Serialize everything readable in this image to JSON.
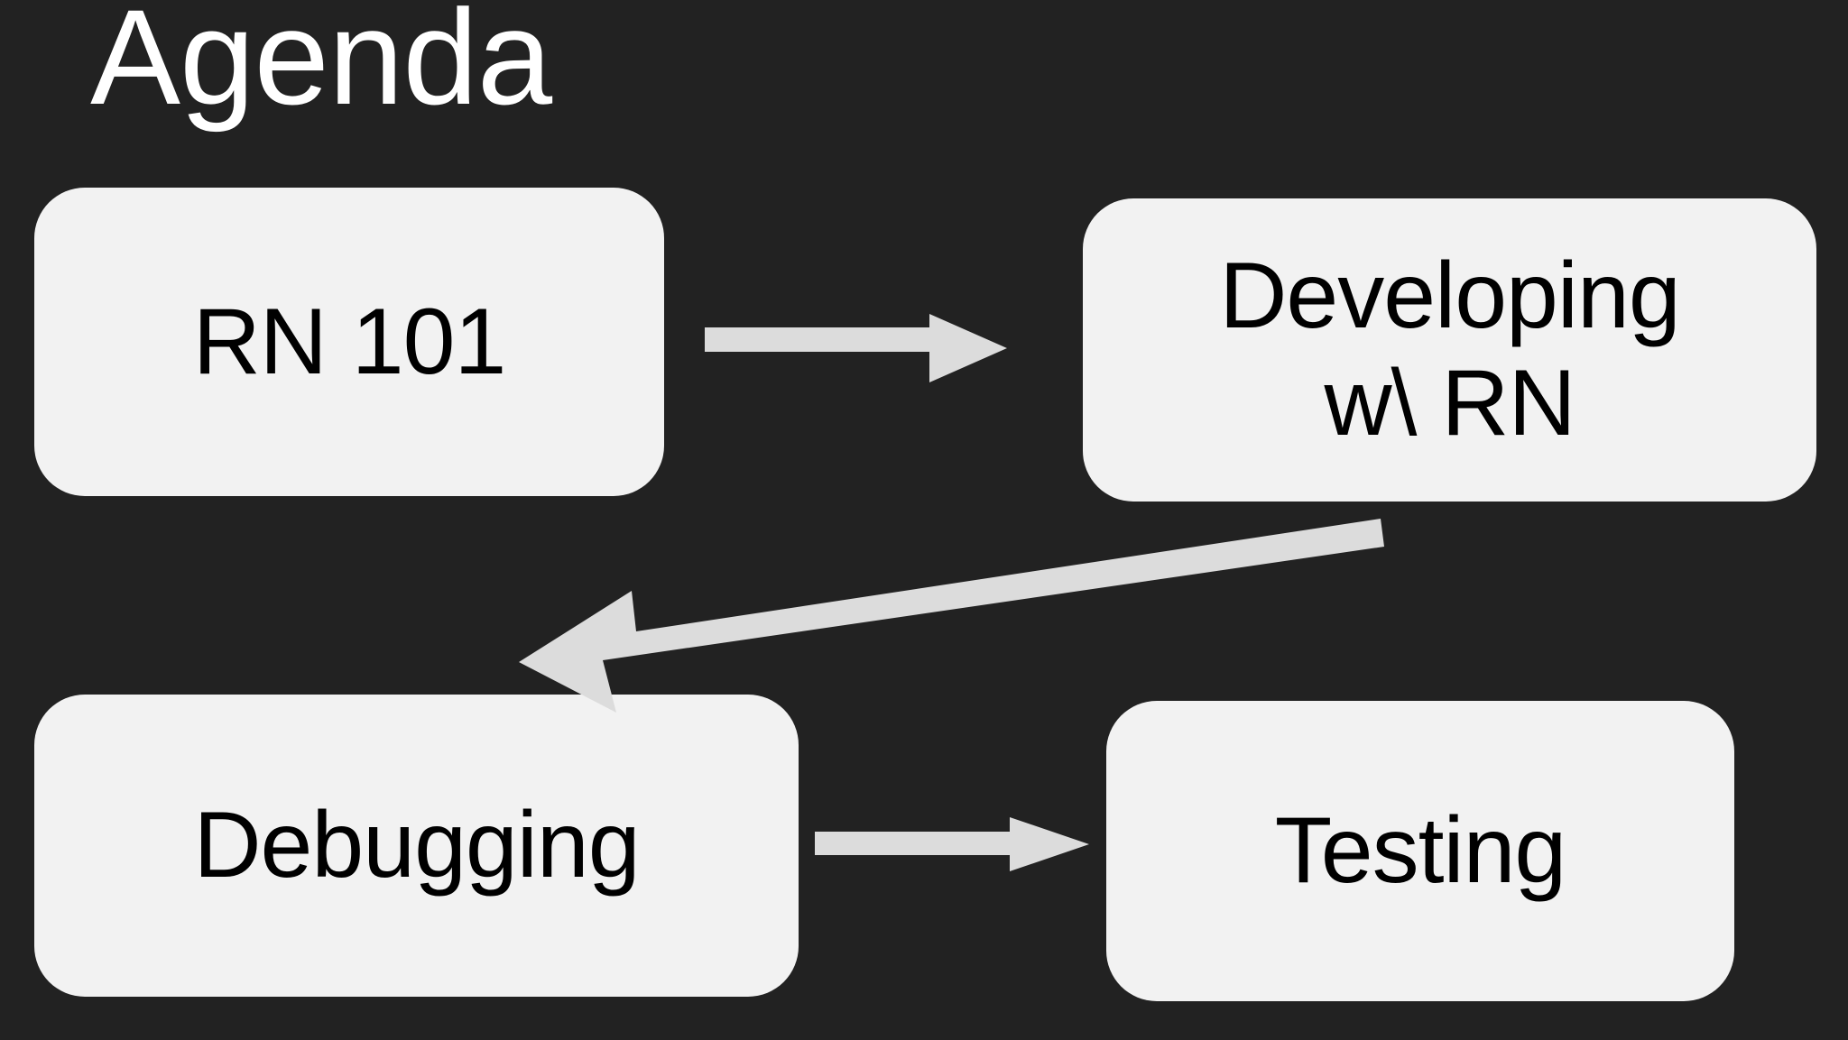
{
  "slide": {
    "title": "Agenda",
    "background_color": "#222222",
    "title_color": "#FFFFFF",
    "node_fill_color": "#F2F2F2",
    "node_text_color": "#000000",
    "arrow_color": "#DCDCDC"
  },
  "nodes": [
    {
      "id": "rn101",
      "label": "RN 101"
    },
    {
      "id": "dev",
      "label": "Developing\nw\\ RN"
    },
    {
      "id": "debug",
      "label": "Debugging"
    },
    {
      "id": "testing",
      "label": "Testing"
    }
  ],
  "connectors": [
    {
      "id": "rn101-to-dev",
      "from": "rn101",
      "to": "dev",
      "direction": "right"
    },
    {
      "id": "dev-to-debug",
      "from": "dev",
      "to": "debug",
      "direction": "down-left"
    },
    {
      "id": "debug-to-testing",
      "from": "debug",
      "to": "testing",
      "direction": "right"
    }
  ]
}
